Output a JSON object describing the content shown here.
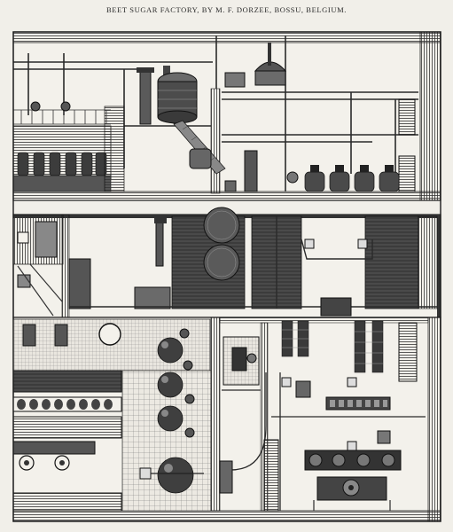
{
  "title": "BEET SUGAR FACTORY, BY M. F. DORZEE, BOSSU, BELGIUM.",
  "caption": "",
  "colors": {
    "paper": "#f1efe9",
    "ink": "#1c1c1c",
    "hatch": "#555555",
    "light_fill": "#e6e3dc"
  },
  "illustration": {
    "kind": "engraving",
    "panels": [
      "elevation-section",
      "upper-floor-plan",
      "ground-floor-plan"
    ]
  }
}
